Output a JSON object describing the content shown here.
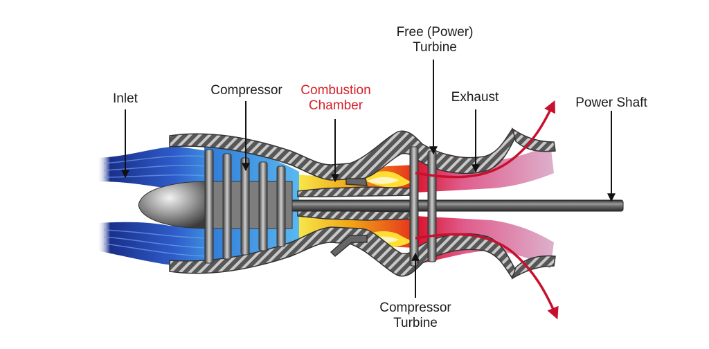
{
  "labels": {
    "inlet": "Inlet",
    "compressor": "Compressor",
    "combustion_line1": "Combustion",
    "combustion_line2": "Chamber",
    "free_turbine_line1": "Free (Power)",
    "free_turbine_line2": "Turbine",
    "exhaust": "Exhaust",
    "power_shaft": "Power Shaft",
    "compressor_turbine_line1": "Compressor",
    "compressor_turbine_line2": "Turbine"
  },
  "colors": {
    "highlight_label": "#d7202a",
    "label_text": "#1a1a1a",
    "casing": "#555555",
    "casing_stripe": "#c8c8c8",
    "intake_air": "#1e3fa0",
    "compressed_air": "#3aa0e8",
    "combustion_flame": "#f2c500",
    "hot_gas": "#d9112a",
    "exhaust_gas": "#d89ac0",
    "flow_arrow": "#c8102e",
    "shaft": "#555555"
  },
  "icons": {
    "leader_arrow": "arrow-down-icon",
    "flow_arrow": "flow-arrow-icon"
  }
}
